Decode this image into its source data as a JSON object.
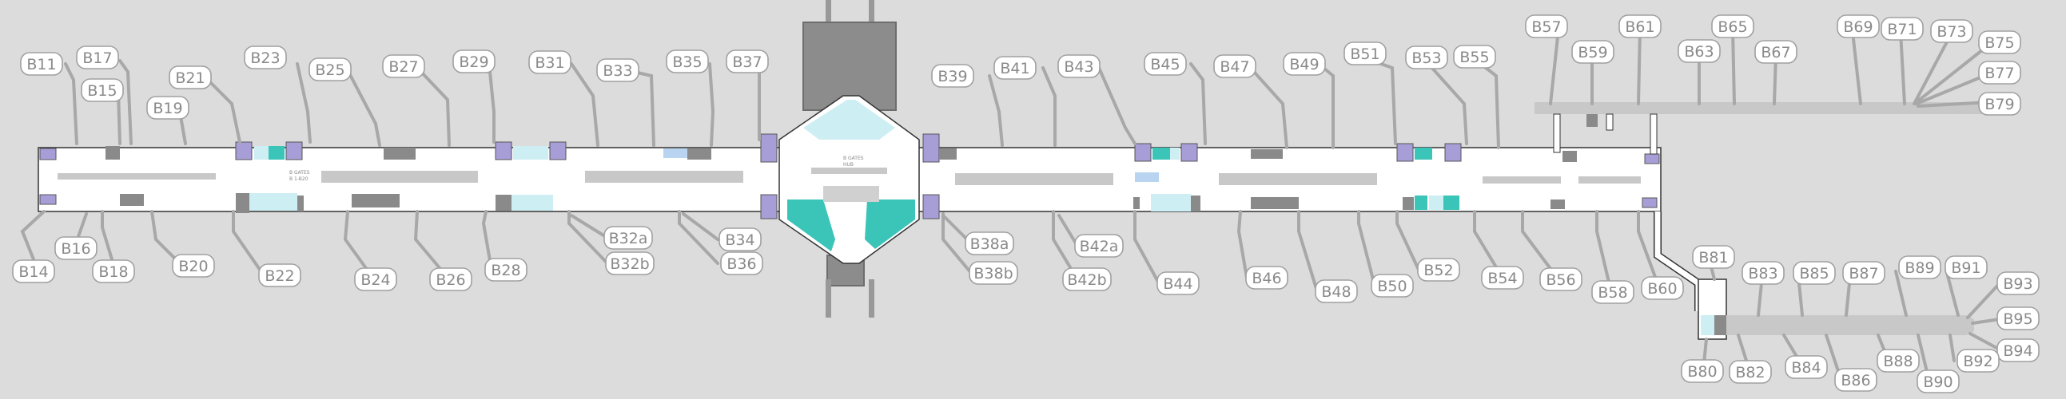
{
  "map": {
    "concourse": "B",
    "hub_sign": [
      "B GATES",
      "HUB"
    ],
    "zone_label_west": [
      "B GATES",
      "B 1-B20"
    ],
    "colors": {
      "background": "#dcdcdc",
      "concourse_floor": "#ffffff",
      "walkway": "#c8c8c8",
      "structure": "#8a8a8a",
      "restroom": "#a79ed8",
      "shop": "#cdeef3",
      "food": "#3bc4b8",
      "gate_label_text": "#8a8a8a",
      "gate_label_border": "#a0a0a0"
    }
  },
  "gates": [
    {
      "id": "B11"
    },
    {
      "id": "B17"
    },
    {
      "id": "B15"
    },
    {
      "id": "B19"
    },
    {
      "id": "B21"
    },
    {
      "id": "B23"
    },
    {
      "id": "B25"
    },
    {
      "id": "B27"
    },
    {
      "id": "B29"
    },
    {
      "id": "B31"
    },
    {
      "id": "B33"
    },
    {
      "id": "B35"
    },
    {
      "id": "B37"
    },
    {
      "id": "B39"
    },
    {
      "id": "B41"
    },
    {
      "id": "B43"
    },
    {
      "id": "B45"
    },
    {
      "id": "B47"
    },
    {
      "id": "B49"
    },
    {
      "id": "B51"
    },
    {
      "id": "B53"
    },
    {
      "id": "B55"
    },
    {
      "id": "B57"
    },
    {
      "id": "B59"
    },
    {
      "id": "B61"
    },
    {
      "id": "B63"
    },
    {
      "id": "B65"
    },
    {
      "id": "B67"
    },
    {
      "id": "B69"
    },
    {
      "id": "B71"
    },
    {
      "id": "B73"
    },
    {
      "id": "B75"
    },
    {
      "id": "B77"
    },
    {
      "id": "B79"
    },
    {
      "id": "B14"
    },
    {
      "id": "B16"
    },
    {
      "id": "B18"
    },
    {
      "id": "B20"
    },
    {
      "id": "B22"
    },
    {
      "id": "B24"
    },
    {
      "id": "B26"
    },
    {
      "id": "B28"
    },
    {
      "id": "B32a"
    },
    {
      "id": "B32b"
    },
    {
      "id": "B34"
    },
    {
      "id": "B36"
    },
    {
      "id": "B38a"
    },
    {
      "id": "B38b"
    },
    {
      "id": "B42a"
    },
    {
      "id": "B42b"
    },
    {
      "id": "B44"
    },
    {
      "id": "B46"
    },
    {
      "id": "B48"
    },
    {
      "id": "B50"
    },
    {
      "id": "B52"
    },
    {
      "id": "B54"
    },
    {
      "id": "B56"
    },
    {
      "id": "B58"
    },
    {
      "id": "B60"
    },
    {
      "id": "B81"
    },
    {
      "id": "B83"
    },
    {
      "id": "B85"
    },
    {
      "id": "B87"
    },
    {
      "id": "B89"
    },
    {
      "id": "B91"
    },
    {
      "id": "B93"
    },
    {
      "id": "B95"
    },
    {
      "id": "B94"
    },
    {
      "id": "B92"
    },
    {
      "id": "B90"
    },
    {
      "id": "B88"
    },
    {
      "id": "B86"
    },
    {
      "id": "B84"
    },
    {
      "id": "B82"
    },
    {
      "id": "B80"
    }
  ]
}
